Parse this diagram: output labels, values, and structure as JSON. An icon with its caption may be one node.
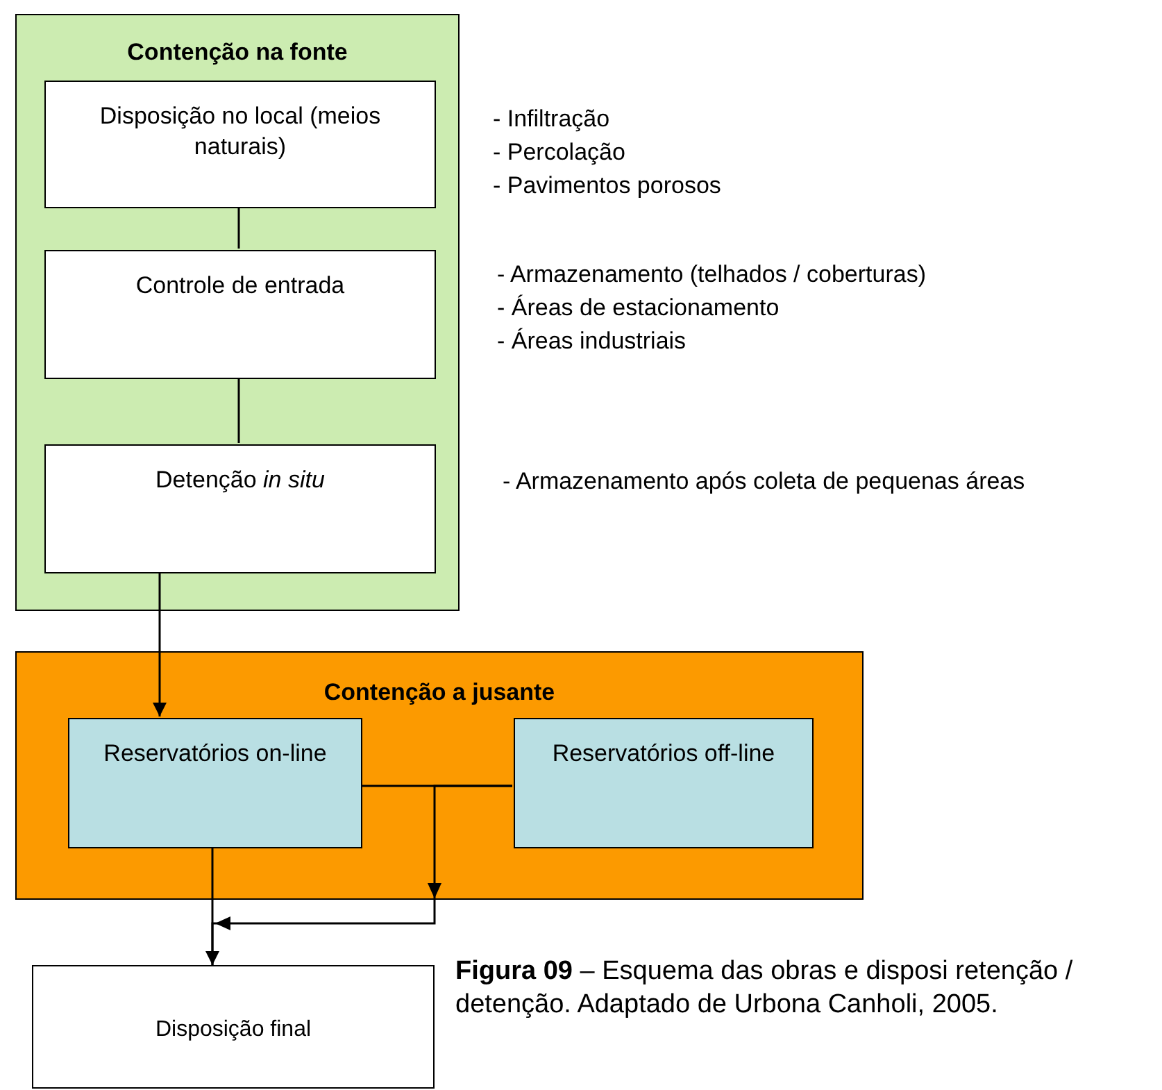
{
  "diagram": {
    "caption": "**Figura 09** – Esquema das obras e disposi retenção / detenção. Adaptado de Urbona Canholi, 2005.",
    "nodes": [
      {
        "text": [
          "Contenção na fonte"
        ]
      },
      {
        "text": [
          "Disposição no local (meios naturais)"
        ],
        "in": 0,
        "beside": [
          "- Infiltração",
          "- Percolação",
          "- Pavimentos porosos"
        ]
      },
      {
        "text": [
          "Controle de entrada"
        ],
        "in": 0,
        "beside": [
          "- Armazenamento (telhados / coberturas)",
          "- Áreas de estacionamento",
          "- Áreas industriais"
        ]
      },
      {
        "text": [
          "Detenção *in situ*"
        ],
        "in": 0,
        "beside": [
          "- Armazenamento após coleta de pequenas áreas"
        ]
      },
      {
        "text": [
          "Contenção a jusante"
        ]
      },
      {
        "text": [
          "Reservatórios on-line"
        ],
        "in": 4
      },
      {
        "text": [
          "Reservatórios off-line"
        ],
        "in": 4
      },
      {
        "text": [
          "Disposição final"
        ]
      }
    ],
    "edges": [
      {
        "from": 1,
        "to": 2,
        "arrow": "none"
      },
      {
        "from": 2,
        "to": 3,
        "arrow": "none"
      },
      {
        "from": 3,
        "to": 5,
        "arrow": "to"
      },
      {
        "from": 5,
        "to": 6,
        "arrow": "none"
      },
      {
        "from": 6,
        "to": 7,
        "arrow": "to"
      },
      {
        "from": 5,
        "to": 7,
        "arrow": "to"
      }
    ]
  }
}
